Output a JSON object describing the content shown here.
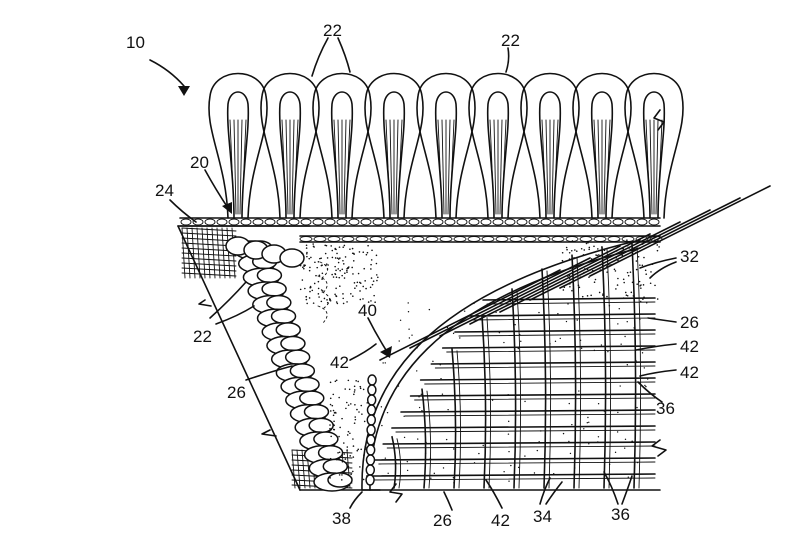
{
  "figure": {
    "labels": {
      "l10": "10",
      "l22_top_left": "22",
      "l22_top_right": "22",
      "l20": "20",
      "l24": "24",
      "l22_left": "22",
      "l26_left": "26",
      "l40": "40",
      "l42_left": "42",
      "l32": "32",
      "l26_right": "26",
      "l42_right_a": "42",
      "l42_right_b": "42",
      "l36_right": "36",
      "l38": "38",
      "l26_bottom": "26",
      "l42_bottom": "42",
      "l34": "34",
      "l36_bottom": "36"
    }
  }
}
